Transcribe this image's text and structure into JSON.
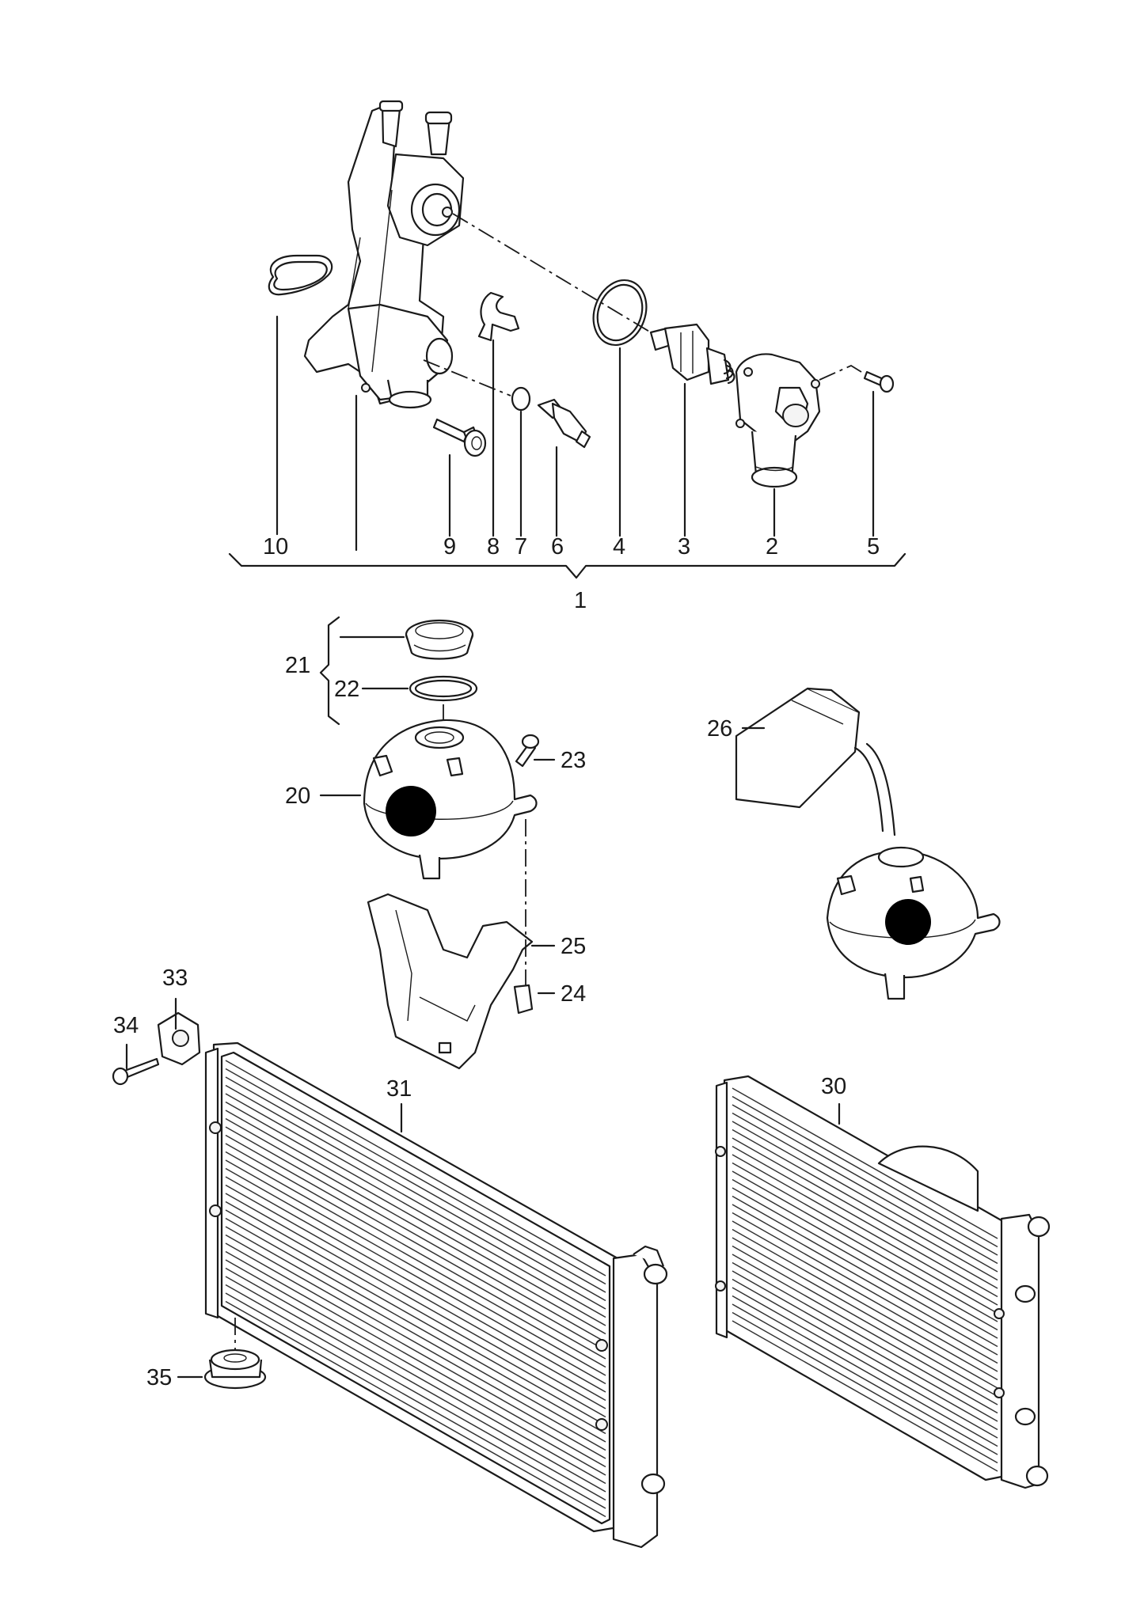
{
  "diagram": {
    "callouts": [
      "1",
      "2",
      "3",
      "4",
      "5",
      "6",
      "7",
      "8",
      "9",
      "10",
      "20",
      "21",
      "22",
      "23",
      "24",
      "25",
      "26",
      "30",
      "31",
      "33",
      "34",
      "35"
    ]
  }
}
